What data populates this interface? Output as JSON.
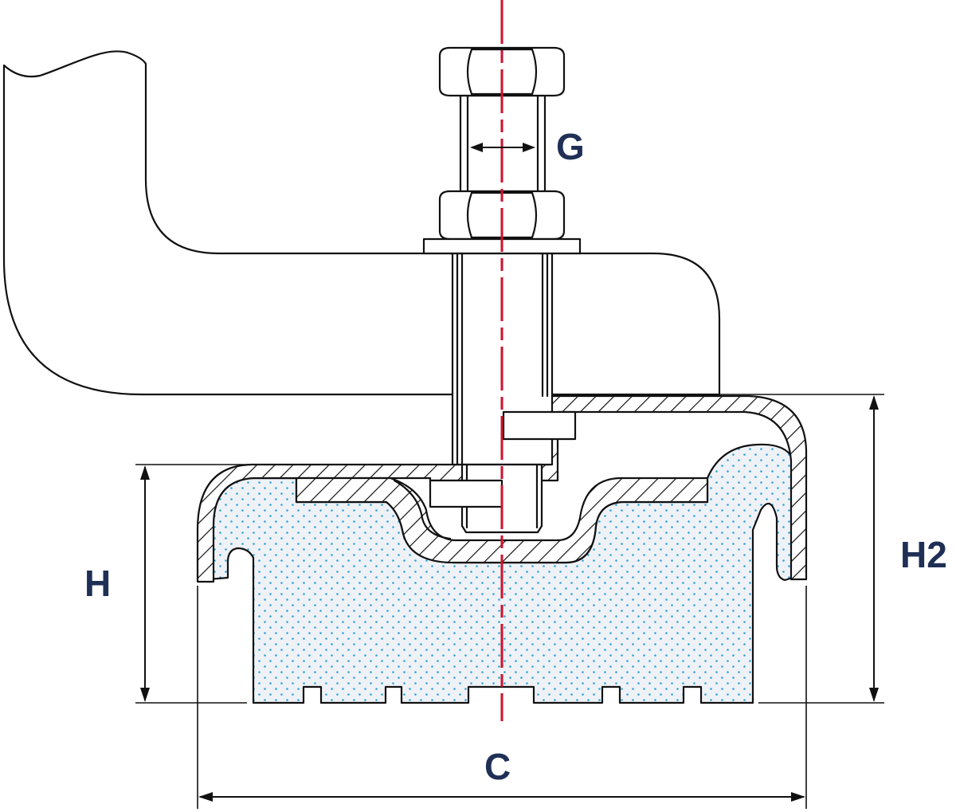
{
  "labels": {
    "g": "G",
    "h": "H",
    "h2": "H2",
    "c": "C"
  },
  "colors": {
    "label": "#1f2f55",
    "axis": "#d0102a",
    "rubber_fill": "#eef2f7",
    "rubber_dots": "#2fa3d6",
    "outline": "#111111"
  }
}
